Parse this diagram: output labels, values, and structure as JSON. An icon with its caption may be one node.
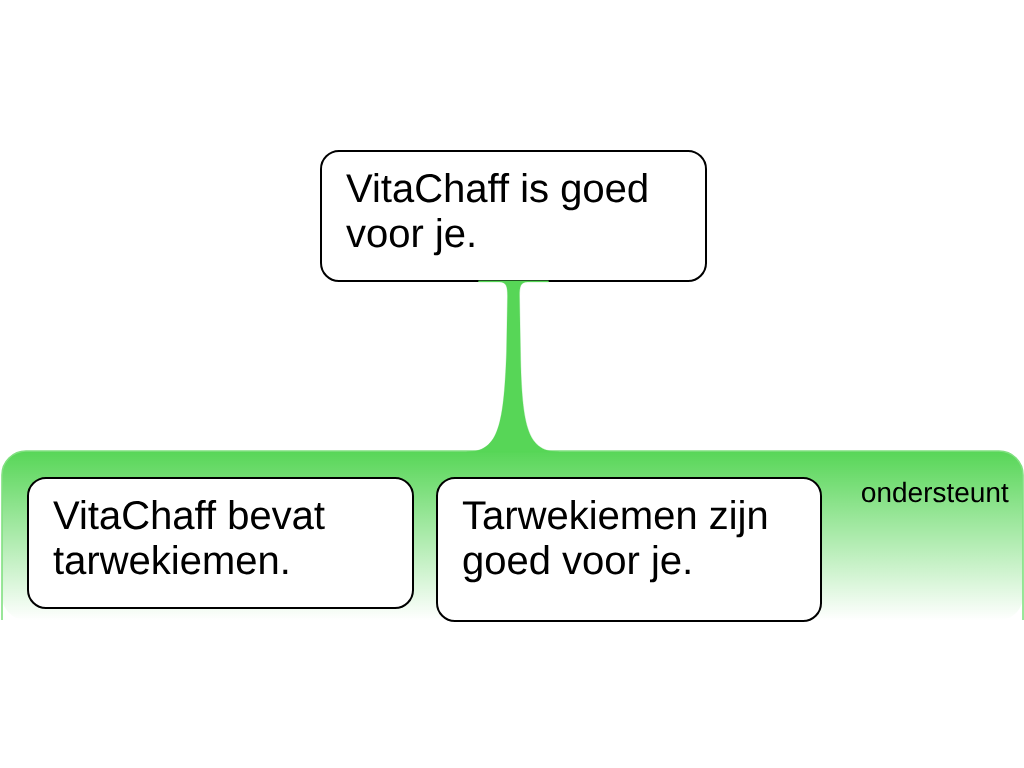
{
  "diagram": {
    "nodes": [
      {
        "text": [
          "VitaChaff is goed voor je."
        ]
      },
      {
        "text": [
          "ondersteunt"
        ]
      },
      {
        "text": [
          "VitaChaff bevat tarwekiemen."
        ],
        "in": 1
      },
      {
        "text": [
          "Tarwekiemen zijn goed voor je."
        ],
        "in": 1
      }
    ],
    "edges": [
      {
        "from": 0,
        "to": 1,
        "arrow": "none"
      }
    ]
  }
}
